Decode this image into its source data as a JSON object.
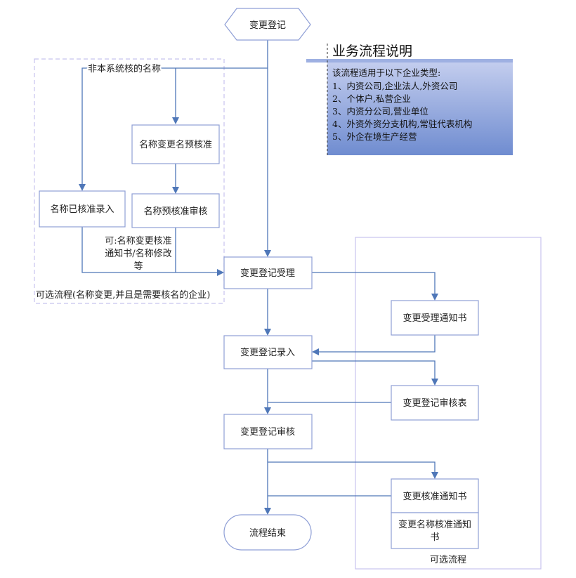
{
  "nodes": {
    "start": "变更登记",
    "name_change_prereview": "名称变更名预核准",
    "name_prereview_audit": "名称预核准审核",
    "name_approved_input": "名称已核准录入",
    "change_accept": "变更登记受理",
    "accept_notice": "变更受理通知书",
    "change_input": "变更登记录入",
    "audit_form": "变更登记审核表",
    "change_audit": "变更登记审核",
    "approval_notice": "变更核准通知书",
    "name_approval_notice": [
      "变更名称核准通知",
      "书"
    ],
    "end": "流程结束"
  },
  "labels": {
    "non_system_name": "非本系统核的名称",
    "optional_docs": [
      "可:名称变更核准",
      "通知书/名称修改",
      "等"
    ],
    "optional_flow_left": "可选流程(名称变更,并且是需要核名的企业)",
    "optional_flow_right": "可选流程"
  },
  "note": {
    "title": "业务流程说明",
    "intro": "该流程适用于以下企业类型:",
    "items": [
      "1、内资公司,企业法人,外资公司",
      "2、个体户,私营企业",
      "3、内资分公司,营业单位",
      "4、外资外资分支机构,常驻代表机构",
      "5、外企在境生产经营"
    ]
  },
  "colors": {
    "line": "#4f77b8",
    "box_border": "#8f9fd6",
    "group_border": "#c7c3ee",
    "note_top": "#b7c4ea",
    "note_bottom": "#6f8cd0"
  }
}
